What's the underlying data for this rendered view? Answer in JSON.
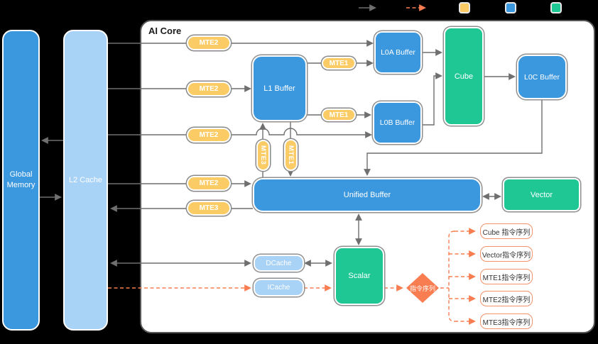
{
  "legend": {
    "solid_arrow": {
      "name": "solid-arrow",
      "color": "#6f6f6f"
    },
    "dashed_arrow": {
      "name": "dashed-arrow",
      "color": "#f87e52"
    },
    "swatches": [
      {
        "name": "yellow-swatch",
        "color": "#fbcc65"
      },
      {
        "name": "blue-swatch",
        "color": "#3b97de"
      },
      {
        "name": "green-swatch",
        "color": "#1fc795"
      }
    ]
  },
  "memory": {
    "global_memory": "Global Memory",
    "l2_cache": "L2 Cache"
  },
  "ai_core": {
    "title": "AI Core",
    "buffers": {
      "l1": "L1 Buffer",
      "l0a": "L0A Buffer",
      "l0b": "L0B Buffer",
      "l0c": "L0C Buffer",
      "unified": "Unified Buffer",
      "dcache": "DCache",
      "icache": "ICache"
    },
    "units": {
      "cube": "Cube",
      "vector": "Vector",
      "scalar": "Scalar"
    },
    "mte_pills": {
      "mte2_line1": "MTE2",
      "mte2_line2": "MTE2",
      "mte2_line3": "MTE2",
      "mte2_line4": "MTE2",
      "mte3_out": "MTE3",
      "mte1_to_l0a": "MTE1",
      "mte1_to_l0b": "MTE1",
      "mte3_vertical": "MTE3",
      "mte1_vertical": "MTE1"
    }
  },
  "instruction": {
    "dispatch_diamond": "指令序列",
    "queues": [
      {
        "label": "Cube 指令序列"
      },
      {
        "label": "Vector指令序列"
      },
      {
        "label": "MTE1指令序列"
      },
      {
        "label": "MTE2指令序列"
      },
      {
        "label": "MTE3指令序列"
      }
    ]
  },
  "colors": {
    "background": "#000000",
    "panel": "#ffffff",
    "blue_block": "#3b97de",
    "light_blue_block": "#a9d2f7",
    "green_block": "#1fc795",
    "yellow_pill": "#fbcc65",
    "wire_gray": "#6f6f6f",
    "wire_orange": "#f87e52"
  }
}
